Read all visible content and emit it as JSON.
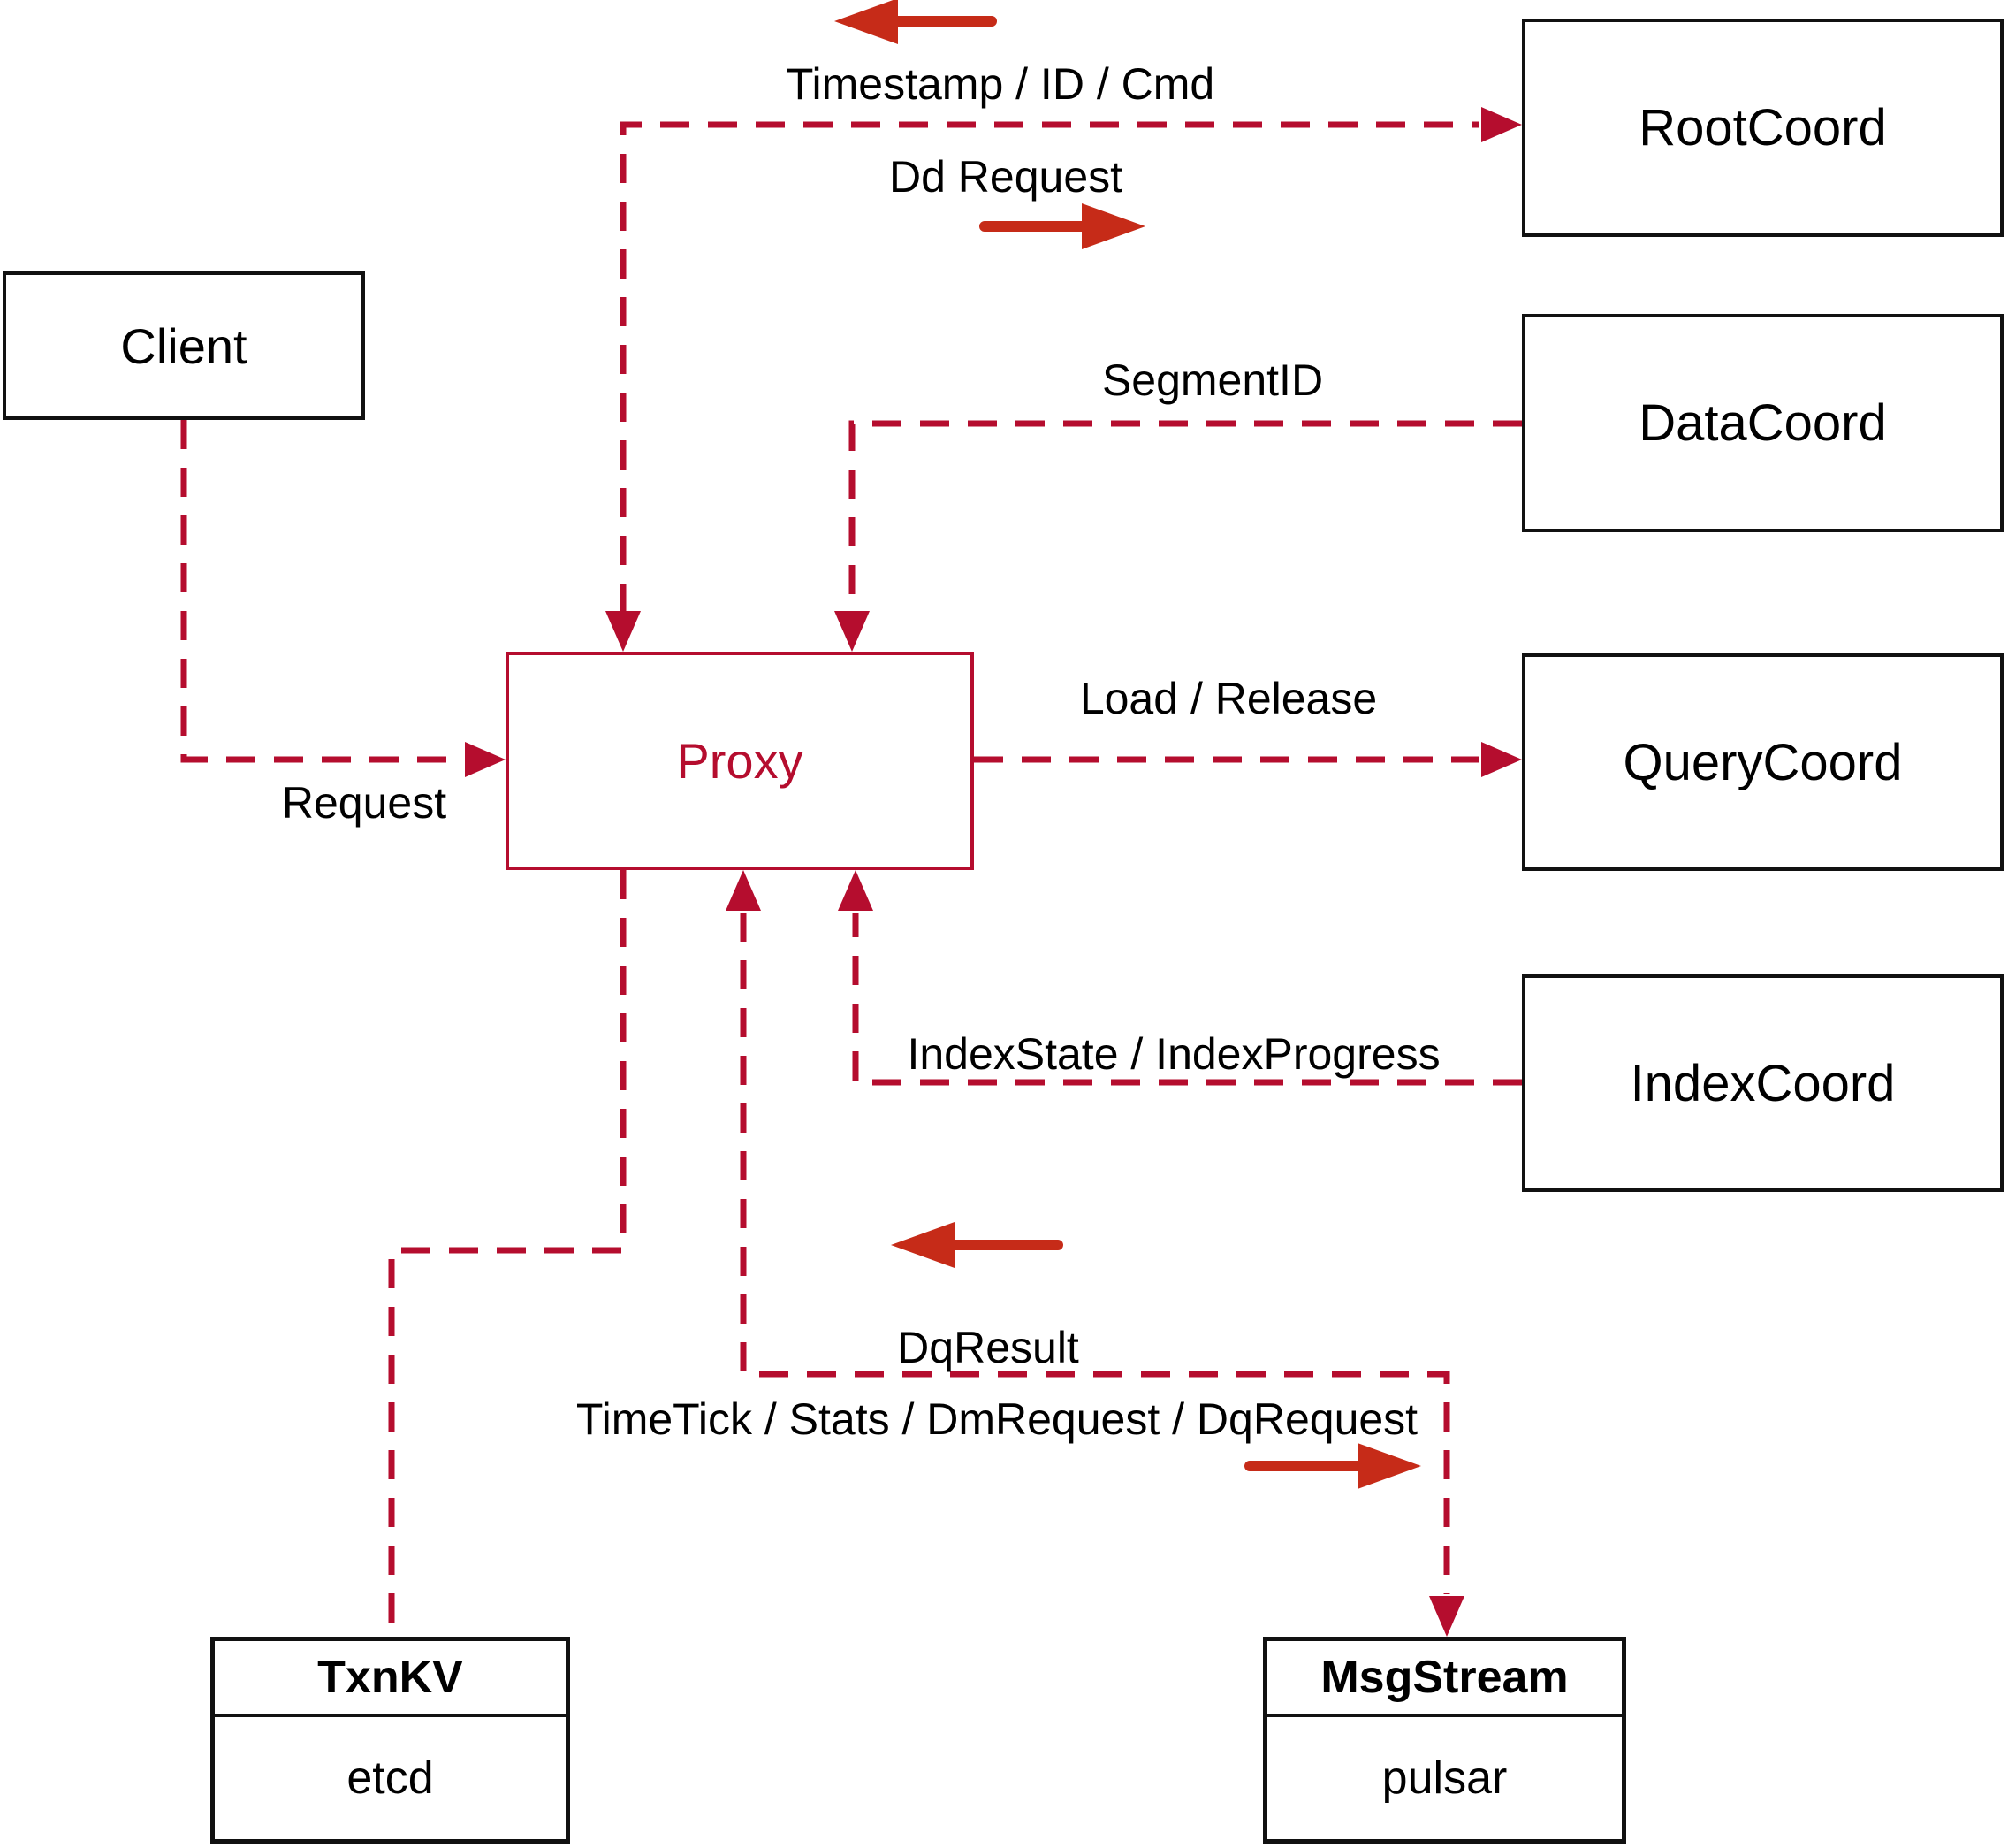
{
  "diagram_title": "Proxy architecture diagram",
  "colors": {
    "dashed_line_red": "#b50d2e",
    "solid_arrow_red": "#c62b18",
    "box_border": "#111111",
    "text": "#000000",
    "background": "#ffffff",
    "proxy_accent": "#b50d2e"
  },
  "nodes": {
    "client": {
      "label": "Client"
    },
    "proxy": {
      "label": "Proxy"
    },
    "root_coord": {
      "label": "RootCoord"
    },
    "data_coord": {
      "label": "DataCoord"
    },
    "query_coord": {
      "label": "QueryCoord"
    },
    "index_coord": {
      "label": "IndexCoord"
    },
    "txn_kv": {
      "title": "TxnKV",
      "subtitle": "etcd"
    },
    "msg_stream": {
      "title": "MsgStream",
      "subtitle": "pulsar"
    }
  },
  "edge_labels": {
    "timestamp": "Timestamp / ID / Cmd",
    "dd_request": "Dd Request",
    "segment_id": "SegmentID",
    "load_release": "Load / Release",
    "index_state": "IndexState / IndexProgress",
    "request": "Request",
    "dq_result": "DqResult",
    "timetick": "TimeTick / Stats / DmRequest / DqRequest"
  },
  "edges": [
    {
      "from": "Client",
      "to": "Proxy",
      "label": "Request",
      "style": "dashed",
      "arrow": "into Proxy"
    },
    {
      "from": "Proxy",
      "to": "RootCoord",
      "labels": [
        "Timestamp / ID / Cmd",
        "Dd Request"
      ],
      "style": "dashed",
      "arrow": "both ends"
    },
    {
      "from": "DataCoord",
      "to": "Proxy",
      "label": "SegmentID",
      "style": "dashed",
      "arrow": "into Proxy"
    },
    {
      "from": "Proxy",
      "to": "QueryCoord",
      "label": "Load / Release",
      "style": "dashed",
      "arrow": "into QueryCoord"
    },
    {
      "from": "IndexCoord",
      "to": "Proxy",
      "label": "IndexState / IndexProgress",
      "style": "dashed",
      "arrow": "into Proxy"
    },
    {
      "from": "Proxy",
      "to": "TxnKV",
      "label": "",
      "style": "dashed",
      "arrow": "none"
    },
    {
      "from": "Proxy",
      "to": "MsgStream",
      "labels": [
        "DqResult",
        "TimeTick / Stats / DmRequest / DqRequest"
      ],
      "style": "dashed",
      "arrow": "both ends"
    }
  ]
}
